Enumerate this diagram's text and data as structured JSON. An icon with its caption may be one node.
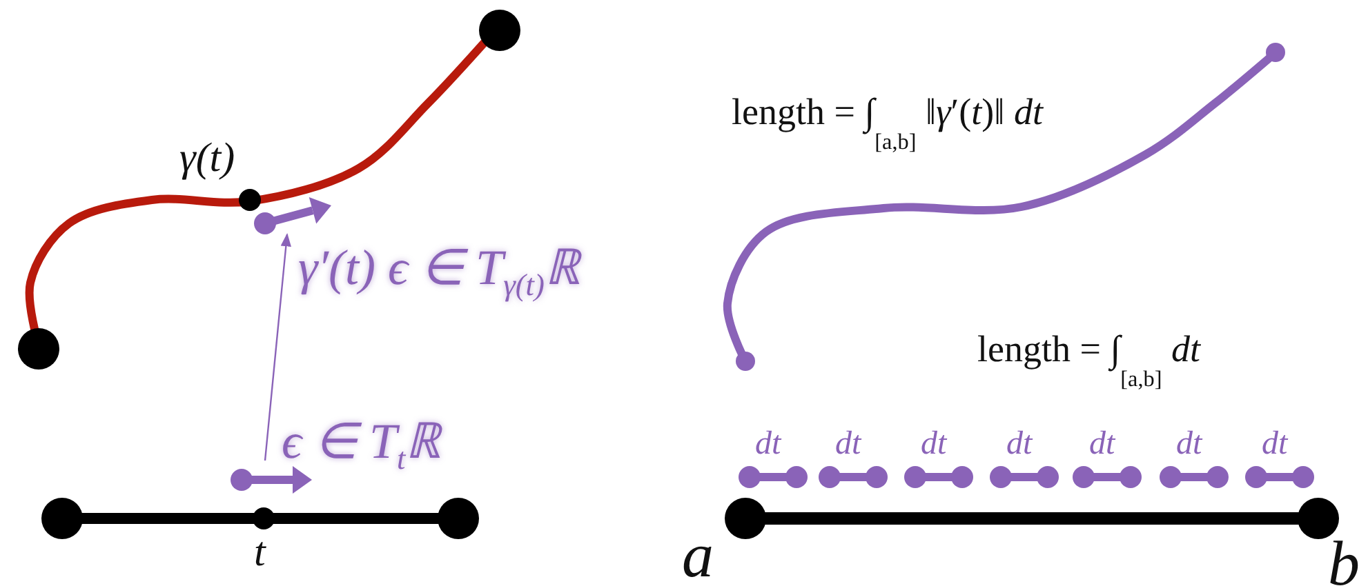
{
  "diagram": {
    "nodes": [
      {
        "text": [],
        "shape": "arrow",
        "beside": [
          "γ′(t) ϵ ∈ T$_{γ(t)}$ℝ"
        ]
      },
      {
        "text": [],
        "shape": "arrow",
        "beside": [
          "ϵ ∈ T$_{t}$ℝ"
        ]
      }
    ],
    "edges": [
      {
        "from": 1,
        "to": 0,
        "arrow": "to"
      }
    ],
    "labels": [
      "length = ∫$_{[a,b]}$ ‖*γ*′(*t*)‖ *dt*",
      "γ(t)",
      "length = ∫$_{[a,b]}$ *dt*",
      "dt",
      "dt",
      "dt",
      "dt",
      "dt",
      "dt",
      "dt",
      "t",
      "a",
      "b"
    ]
  }
}
